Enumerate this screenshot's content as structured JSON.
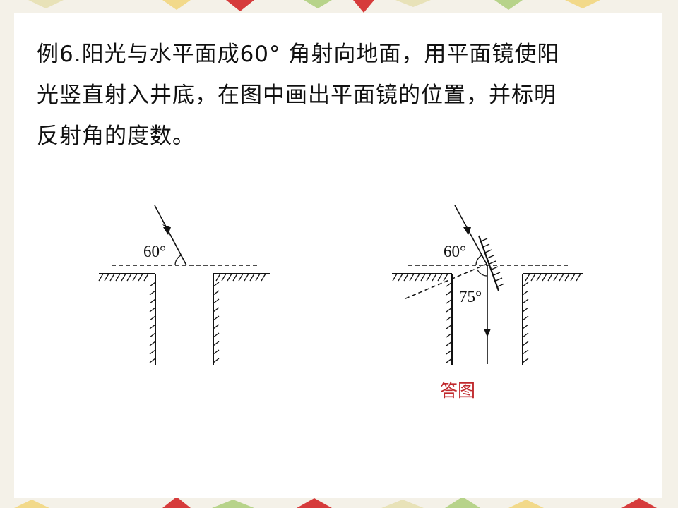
{
  "problem": {
    "lines": [
      "例6.阳光与水平面成60° 角射向地面，用平面镜使阳",
      "光竖直射入井底，在图中画出平面镜的位置，并标明",
      "反射角的度数。"
    ]
  },
  "figure_left": {
    "angle_label": "60°"
  },
  "figure_right": {
    "incident_angle_label": "60°",
    "reflection_angle_label": "75°",
    "caption": "答图"
  },
  "colors": {
    "text": "#111111",
    "caption": "#c0282c",
    "decor_red": "#d63b3b",
    "decor_green": "#b7d38a",
    "decor_yellow": "#f2d98a"
  }
}
